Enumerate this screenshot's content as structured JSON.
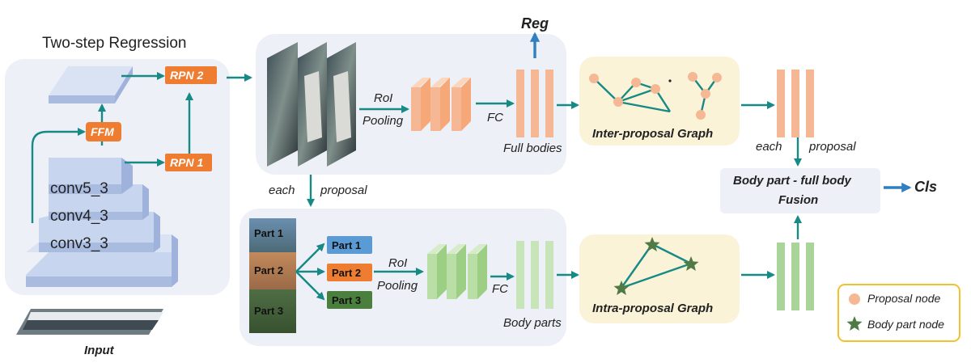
{
  "diagram": {
    "two_step_title": "Two-step Regression",
    "conv_layers": [
      "conv5_3",
      "conv4_3",
      "conv3_3"
    ],
    "ffm": "FFM",
    "rpn1": "RPN 1",
    "rpn2": "RPN 2",
    "input_label": "Input",
    "reg": "Reg",
    "roi_top": [
      "RoI",
      "Pooling"
    ],
    "fc_top": "FC",
    "full_bodies": "Full bodies",
    "inter_graph": "Inter-proposal Graph",
    "each_proposal_right": [
      "each",
      "proposal"
    ],
    "each_proposal_mid": [
      "each",
      "proposal"
    ],
    "fusion": [
      "Body part - full body",
      "Fusion"
    ],
    "cls": "Cls",
    "parts_crop": [
      "Part 1",
      "Part 2",
      "Part 3"
    ],
    "parts_boxes": [
      "Part 1",
      "Part 2",
      "Part 3"
    ],
    "roi_bottom": [
      "RoI",
      "Pooling"
    ],
    "fc_bottom": "FC",
    "body_parts": "Body parts",
    "intra_graph": "Intra-proposal Graph",
    "legend": [
      "Proposal node",
      "Body part node"
    ],
    "colors": {
      "arrow": "#178a86",
      "arrow_blue": "#2f7fc1",
      "orange_box": "#ef7d31",
      "panel": "#eef0f7",
      "graph_panel": "#faf3d7",
      "legend_border": "#f2c12e",
      "peach": "#f6b894",
      "green_bar": "#a9d49a",
      "layer": "#c7d5ee"
    }
  }
}
